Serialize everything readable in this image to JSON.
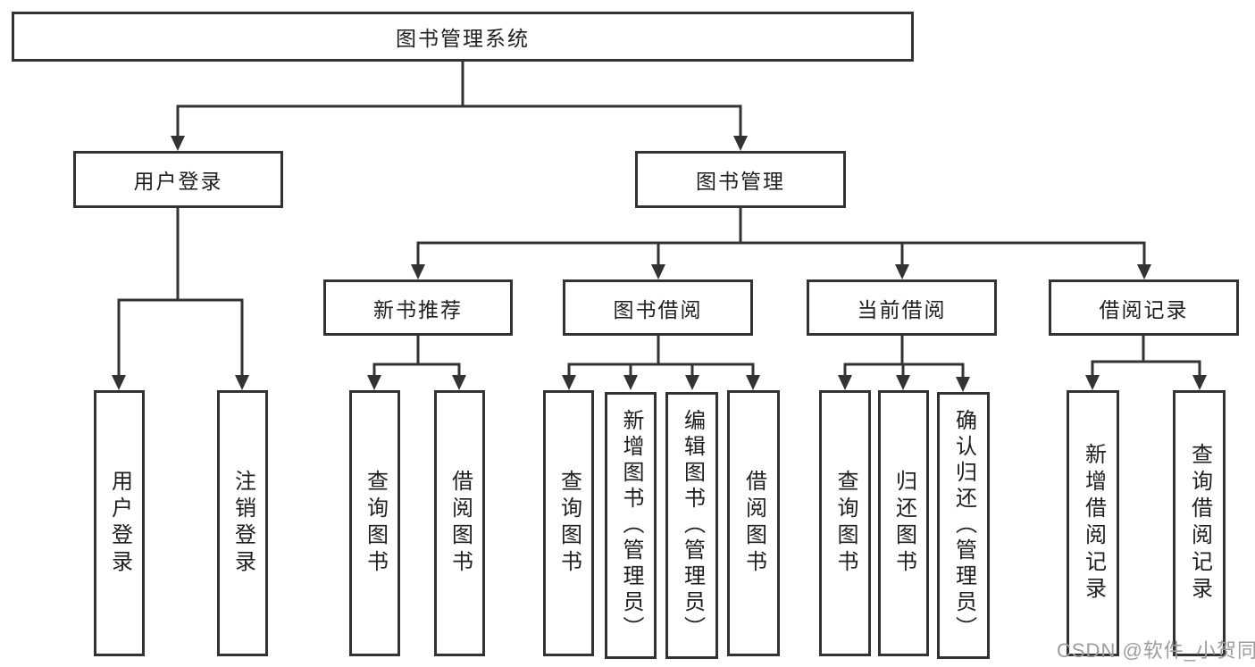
{
  "tree": {
    "root": {
      "label": "图书管理系统"
    },
    "branches": [
      {
        "label": "用户登录",
        "children": [
          {
            "label": "用户登录"
          },
          {
            "label": "注销登录"
          }
        ]
      },
      {
        "label": "图书管理",
        "children": [
          {
            "label": "新书推荐",
            "children": [
              {
                "label": "查询图书"
              },
              {
                "label": "借阅图书"
              }
            ]
          },
          {
            "label": "图书借阅",
            "children": [
              {
                "label": "查询图书"
              },
              {
                "label": "新增图书（管理员）"
              },
              {
                "label": "编辑图书（管理员）"
              },
              {
                "label": "借阅图书"
              }
            ]
          },
          {
            "label": "当前借阅",
            "children": [
              {
                "label": "查询图书"
              },
              {
                "label": "归还图书"
              },
              {
                "label": "确认归还（管理员）"
              }
            ]
          },
          {
            "label": "借阅记录",
            "children": [
              {
                "label": "新增借阅记录"
              },
              {
                "label": "查询借阅记录"
              }
            ]
          }
        ]
      }
    ]
  },
  "watermark": {
    "text": "CSDN @软件_小贺同学",
    "color": "#9c9c9c"
  },
  "colors": {
    "line": "#333333",
    "border": "#333333",
    "text": "#1f1f1f",
    "background": "#ffffff"
  }
}
